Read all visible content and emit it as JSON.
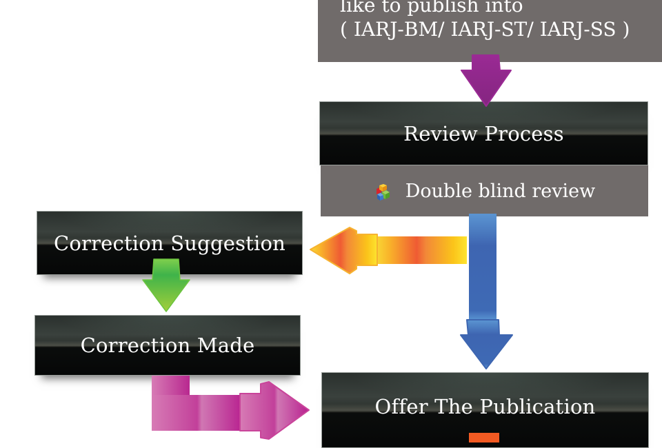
{
  "top_box": {
    "line1": "like to publish into",
    "line2": "( IARJ-BM/ IARJ-ST/ IARJ-SS )"
  },
  "review_process": {
    "title": "Review Process",
    "sub_item": {
      "icon": "colored-cubes-icon",
      "label": "Double blind review"
    }
  },
  "correction_suggestion": {
    "title": "Correction Suggestion"
  },
  "correction_made": {
    "title": "Correction Made"
  },
  "offer_publication": {
    "title": "Offer The Publication"
  },
  "arrows": [
    {
      "name": "purple-down-arrow",
      "from": "top_box",
      "to": "review_process",
      "color": "#922a8d"
    },
    {
      "name": "orange-left-arrow",
      "from": "review_process",
      "to": "correction_suggestion",
      "color": "#f5a623"
    },
    {
      "name": "blue-down-arrow",
      "from": "review_process",
      "to": "offer_publication",
      "color": "#3f66b0"
    },
    {
      "name": "green-down-arrow",
      "from": "correction_suggestion",
      "to": "correction_made",
      "color": "#6cc43f"
    },
    {
      "name": "pink-elbow-arrow",
      "from": "correction_made",
      "to": "offer_publication",
      "color": "#c9449a"
    },
    {
      "name": "orange-stub-arrow",
      "from": "offer_publication",
      "to": "",
      "color": "#f25a22"
    }
  ]
}
